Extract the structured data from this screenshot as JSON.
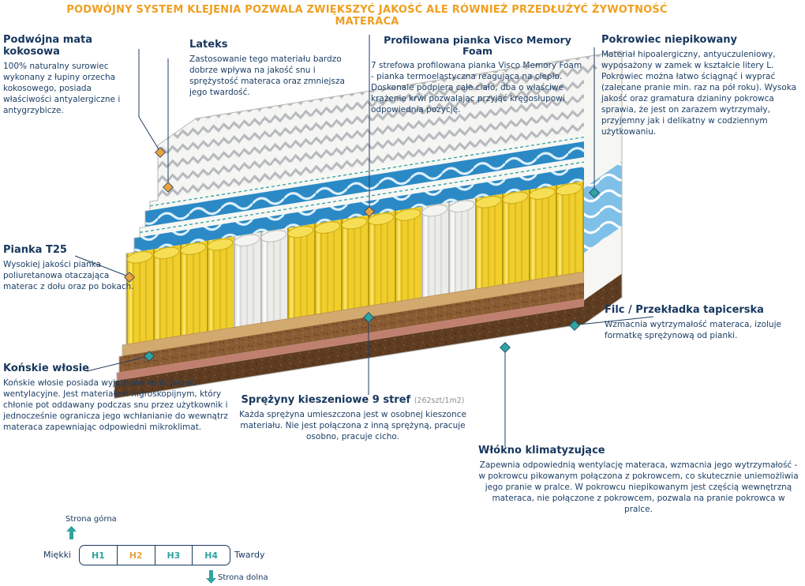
{
  "header": {
    "title": "PODWÓJNY SYSTEM KLEJENIA POZWALA ZWIĘKSZYĆ JAKOŚĆ ALE RÓWNIEŻ PRZEDŁUŻYĆ ŻYWOTNOŚĆ MATERACA"
  },
  "callouts": {
    "mata": {
      "title": "Podwójna mata kokosowa",
      "desc": "100% naturalny surowiec wykonany z łupiny orzecha kokosowego, posiada właściwości antyalergiczne i antygrzybicze."
    },
    "lateks": {
      "title": "Lateks",
      "desc": "Zastosowanie tego materiału bardzo dobrze wpływa na jakość snu i sprężystość materaca oraz zmniejsza jego twardość."
    },
    "visco": {
      "title": "Profilowana pianka Visco Memory Foam",
      "desc": "7 strefowa profilowana pianka Visco Memory Foam - pianka termoelastyczna reagująca na ciepło. Doskonale podpiera całe ciało, dba o właściwe krążenie krwi pozwalając przyjąć kręgosłupowi odpowiednią pozycję."
    },
    "pokrowiec": {
      "title": "Pokrowiec niepikowany",
      "desc": "Materiał hipoalergiczny, antyuczuleniowy, wyposażony w zamek w kształcie litery L. Pokrowiec można łatwo ściągnąć i wyprać (zalecane pranie min. raz na pół roku). Wysoka jakość oraz gramatura dzianiny pokrowca sprawia, że jest on zarazem wytrzymały, przyjemny jak i delikatny w codziennym użytkowaniu."
    },
    "pianka": {
      "title": "Pianka T25",
      "desc": "Wysokiej jakości pianka poliuretanowa otaczająca materac z dołu oraz po bokach."
    },
    "konskie": {
      "title": "Końskie włosie",
      "desc": "Końskie włosie posiada wyjątkowe właściwości wentylacyjne. Jest materiałem higroskopijnym, który chłonie pot oddawany podczas snu przez użytkownik i jednocześnie ogranicza jego wchłanianie do wewnątrz materaca zapewniając odpowiedni mikroklimat."
    },
    "sprezyny": {
      "title": "Sprężyny kieszeniowe 9 stref",
      "note": "(262szt/1m2)",
      "desc": "Każda sprężyna umieszczona jest w osobnej kieszonce materiału. Nie jest połączona z inną sprężyną, pracuje osobno, pracuje cicho."
    },
    "filc": {
      "title": "Filc / Przekładka tapicerska",
      "desc": "Wzmacnia wytrzymałość materaca, izoluje formatkę sprężynową od pianki."
    },
    "wlokno": {
      "title": "Włókno klimatyzujące",
      "desc": "Zapewnia odpowiednią wentylację materaca, wzmacnia jego wytrzymałość - w pokrowcu pikowanym połączona z pokrowcem, co skutecznie uniemożliwia jego pranie w pralce. W pokrowcu niepikowanym jest częścią wewnętrzną materaca, nie połączone z pokrowcem, pozwala na pranie pokrowca w pralce."
    }
  },
  "scale": {
    "top_side_label": "Strona górna",
    "bottom_side_label": "Strona dolna",
    "soft_label": "Miękki",
    "hard_label": "Twardy",
    "levels": [
      {
        "label": "H1",
        "active": false
      },
      {
        "label": "H2",
        "active": true
      },
      {
        "label": "H3",
        "active": false
      },
      {
        "label": "H4",
        "active": false
      }
    ]
  },
  "icons": {
    "top_arrow": "up-arrow",
    "bottom_arrow": "down-arrow"
  },
  "colors": {
    "navy": "#17375d",
    "header_orange": "#ef9f1f",
    "diamond_orange": "#e8a33d",
    "teal": "#2fa3a0",
    "spring_yellow": "#f0cf2d",
    "wave_blue": "#2b8ac6",
    "coconut_brown": "#8a5c33"
  }
}
